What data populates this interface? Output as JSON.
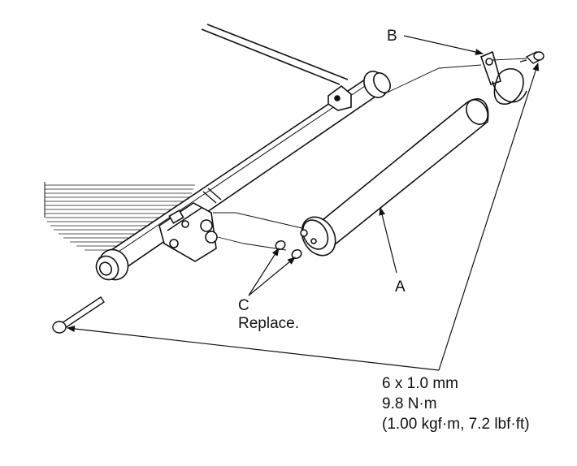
{
  "callouts": {
    "a": "A",
    "b": "B",
    "c": "C",
    "c_note": "Replace."
  },
  "torque_spec": {
    "size": "6 x 1.0 mm",
    "torque_nm": "9.8 N·m",
    "torque_alt": "(1.00 kgf·m, 7.2 lbf·ft)"
  },
  "colors": {
    "line": "#111111",
    "fin": "#555555",
    "background": "#ffffff"
  }
}
